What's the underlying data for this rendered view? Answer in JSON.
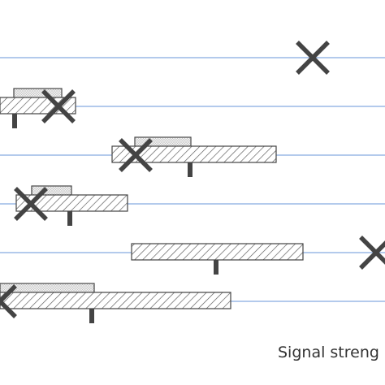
{
  "chart_data": {
    "type": "bar",
    "xlabel": "Signal streng",
    "grid": "horizontal",
    "rows": [
      {
        "hatched": null,
        "dotted": null,
        "tick": null,
        "cross": 385
      },
      {
        "hatched": [
          0,
          93
        ],
        "dotted": [
          17,
          76
        ],
        "tick": 18,
        "cross": 72
      },
      {
        "hatched": [
          138,
          340
        ],
        "dotted": [
          166,
          235
        ],
        "tick": 234,
        "cross": 167
      },
      {
        "hatched": [
          20,
          157
        ],
        "dotted": [
          39,
          88
        ],
        "tick": 86,
        "cross": 38
      },
      {
        "hatched": [
          162,
          373
        ],
        "dotted": null,
        "tick": 266,
        "cross": 463
      },
      {
        "hatched": [
          0,
          284
        ],
        "dotted": [
          0,
          116
        ],
        "tick": 113,
        "cross": 0
      }
    ]
  }
}
